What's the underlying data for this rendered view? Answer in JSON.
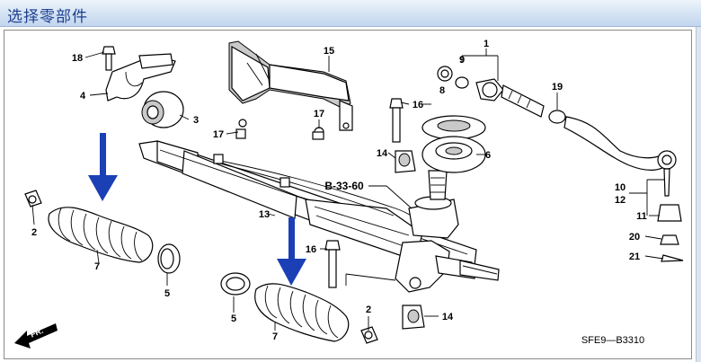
{
  "title": "选择零部件",
  "diagram_code": "SFE9—B3310",
  "reference_label": "B-33-60",
  "front_label": "FR.",
  "colors": {
    "arrow": "#1b3fb5",
    "title": "#1c3f8f"
  },
  "callouts": {
    "c1": "1",
    "c2a": "2",
    "c2b": "2",
    "c3": "3",
    "c4": "4",
    "c5a": "5",
    "c5b": "5",
    "c6": "6",
    "c7a": "7",
    "c7b": "7",
    "c8": "8",
    "c9": "9",
    "c10": "10",
    "c11": "11",
    "c12": "12",
    "c13": "13",
    "c14a": "14",
    "c14b": "14",
    "c15": "15",
    "c16a": "16",
    "c16b": "16",
    "c17a": "17",
    "c17b": "17",
    "c18": "18",
    "c19": "19",
    "c20": "20",
    "c21": "21"
  }
}
